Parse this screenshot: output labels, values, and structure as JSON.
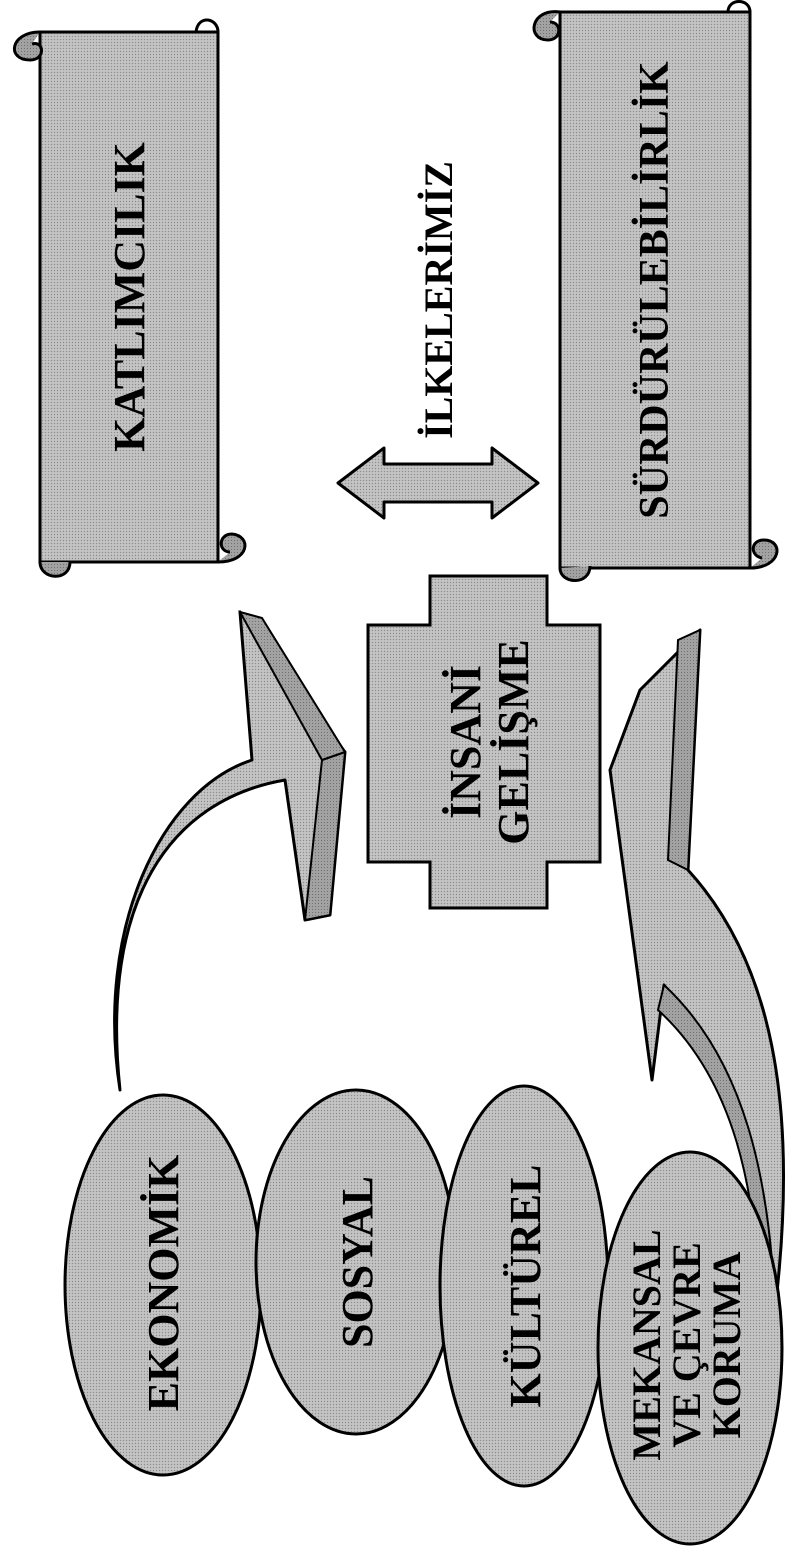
{
  "principles_label": "İLKELERİMİZ",
  "scrolls": {
    "katilimcilik": "KATLIMCILIK",
    "surdurulebilirlik": "SÜRDÜRÜLEBİLİRLİK"
  },
  "center": {
    "line1": "İNSANİ",
    "line2": "GELİŞME"
  },
  "ellipses": {
    "ekonomik": "EKONOMİK",
    "sosyal": "SOSYAL",
    "kulturel": "KÜLTÜREL",
    "mekansal_line1": "MEKANSAL",
    "mekansal_line2": "VE ÇEVRE",
    "mekansal_line3": "KORUMA"
  },
  "colors": {
    "shape_fill": "#b9b9b9",
    "shape_side": "#9a9a9a",
    "outline": "#000000",
    "background": "#ffffff"
  }
}
